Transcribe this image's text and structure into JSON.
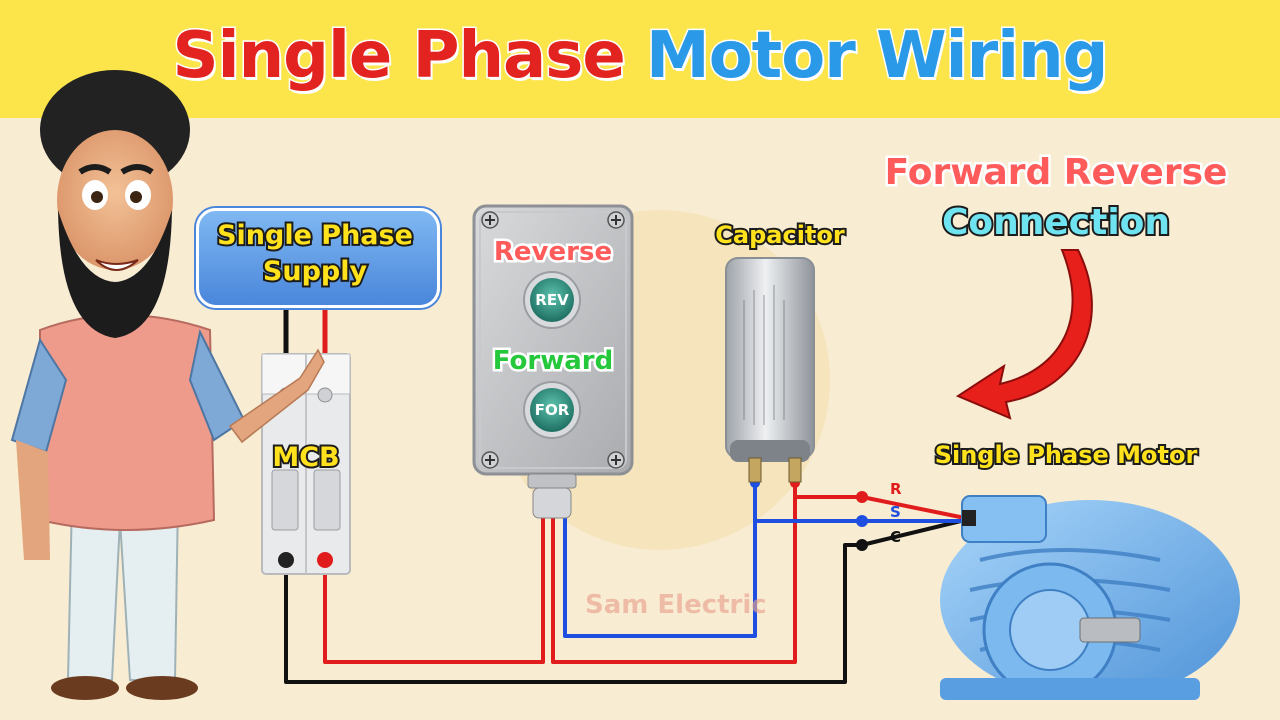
{
  "title": {
    "part1": "Single Phase",
    "part2": "Motor Wiring"
  },
  "labels": {
    "supply_line1": "Single Phase",
    "supply_line2": "Supply",
    "mcb": "MCB",
    "reverse": "Reverse",
    "forward": "Forward",
    "capacitor": "Capacitor",
    "headline_line1": "Forward Reverse",
    "headline_line2": "Connection",
    "motor": "Single Phase Motor"
  },
  "buttons": {
    "rev": "REV",
    "for": "FOR"
  },
  "terminals": {
    "r": "R",
    "s": "S",
    "c": "C"
  },
  "watermark": "Sam Electric",
  "colors": {
    "banner": "#fbe54b",
    "title_red": "#e3231f",
    "title_blue": "#2a9ae8",
    "wire_red": "#e11c1c",
    "wire_blue": "#1f4fe0",
    "wire_black": "#111111",
    "motor_blue": "#6fb3ec",
    "button_green": "#2f8f7e"
  },
  "icons": [
    "person-illustration",
    "mcb-breaker",
    "push-button-station",
    "capacitor-cylinder",
    "curved-red-arrow",
    "electric-motor"
  ]
}
